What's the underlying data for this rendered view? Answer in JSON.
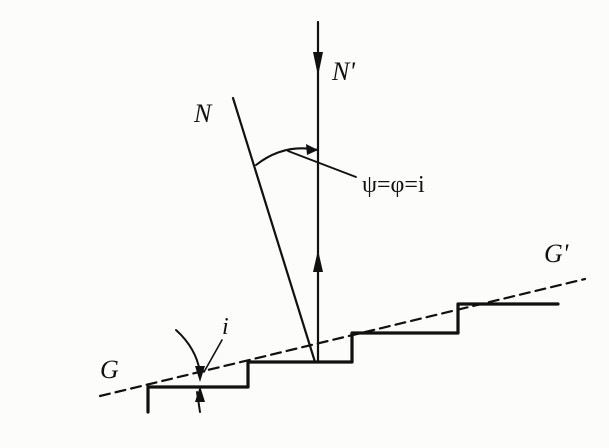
{
  "figure": {
    "labels": {
      "N": "N",
      "N_prime": "N'",
      "G": "G",
      "G_prime": "G'",
      "i": "i",
      "relation": "ψ=φ=i"
    }
  }
}
